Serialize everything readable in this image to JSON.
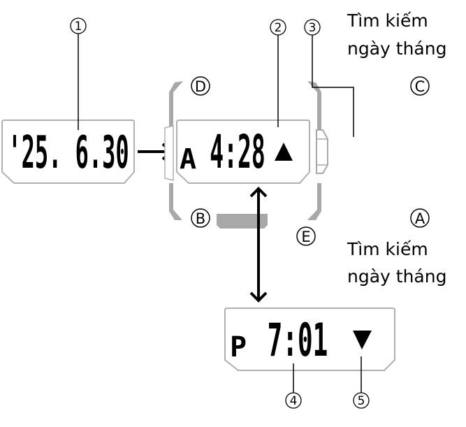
{
  "callouts": [
    "1",
    "2",
    "3",
    "4",
    "5"
  ],
  "buttons": {
    "A": "A",
    "B": "B",
    "C": "C",
    "D": "D",
    "E": "E"
  },
  "captions": {
    "top": [
      "Tìm kiếm",
      "ngày tháng"
    ],
    "bottom": [
      "Tìm kiếm",
      "ngày tháng"
    ]
  },
  "displays": {
    "date": {
      "text": "'25. 6.30"
    },
    "main": {
      "indicator": "A",
      "time": "4:28",
      "arrow": "up-triangle"
    },
    "lower": {
      "indicator": "P",
      "time": "7:01",
      "arrow": "down-triangle"
    }
  },
  "colors": {
    "bezel": "#a8a8a8",
    "outline": "#b0b0b0",
    "ink": "#000000"
  }
}
